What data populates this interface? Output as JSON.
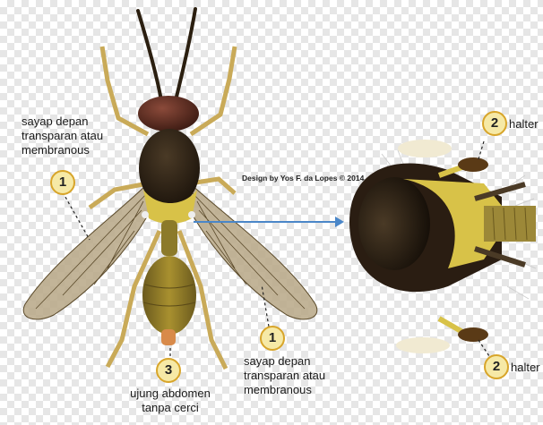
{
  "labels": {
    "forewing_left": [
      "sayap depan",
      "transparan atau",
      "membranous"
    ],
    "forewing_right": [
      "sayap depan",
      "transparan atau",
      "membranous"
    ],
    "abdomen_tip": [
      "ujung abdomen",
      "tanpa cerci"
    ],
    "halter_top": "halter",
    "halter_bottom": "halter",
    "credit": "Design by Yos F. da Lopes © 2014"
  },
  "badges": {
    "forewing_left": "1",
    "forewing_right": "1",
    "abdomen_tip": "3",
    "halter_top": "2",
    "halter_bottom": "2"
  },
  "colors": {
    "badge_fill": "#f6e9a6",
    "badge_border": "#d8a52a",
    "arrow": "#4a86c8",
    "body_dark": "#2a1d12",
    "body_yellow": "#d8c248",
    "wing": "#b7a786"
  }
}
